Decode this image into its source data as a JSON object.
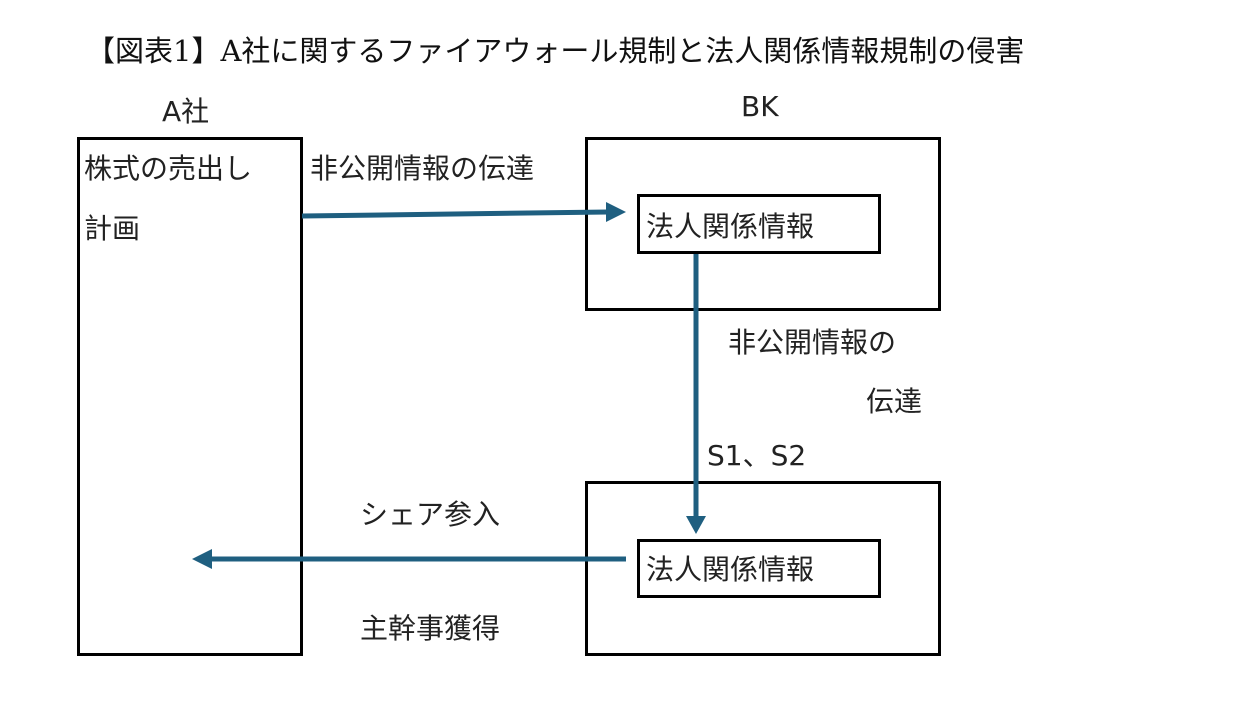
{
  "title": "【図表1】A社に関するファイアウォール規制と法人関係情報規制の侵害",
  "colors": {
    "arrow": "#1f5f80",
    "border": "#000000"
  },
  "entities": {
    "a_company": {
      "label": "A社",
      "content_line1": "株式の売出し",
      "content_line2": "計画"
    },
    "bk": {
      "label": "BK"
    }
  },
  "boxes": {
    "bk_upper_inner": "法人関係情報",
    "bk_lower_inner": "法人関係情報"
  },
  "arrows": {
    "top_label": "非公開情報の伝達",
    "vertical_label_line1": "非公開情報の",
    "vertical_label_line2": "伝達",
    "vertical_sublabel": "S1、S2",
    "bottom_label_above": "シェア参入",
    "bottom_label_below": "主幹事獲得"
  }
}
